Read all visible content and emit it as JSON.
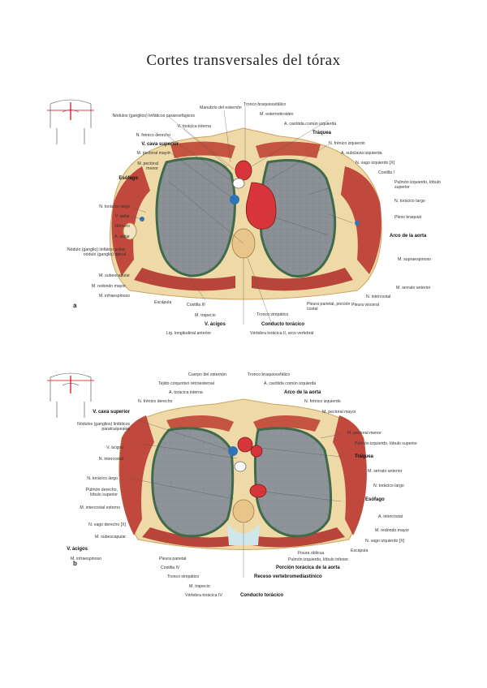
{
  "title": "Cortes transversales del tórax",
  "figA": {
    "letter": "a",
    "left_labels": [
      "Nódulos (ganglios) linfáticos paraesofágicos",
      "V. torácica interna",
      "N. frénico derecho",
      "V. cava superior",
      "M. pectoral mayor",
      "M. pectoral menor",
      "Esófago",
      "N. torácico largo",
      "V. axilar",
      "Húmero",
      "A. axilar",
      "Nódulo (ganglio) linfático axilar, nódulo (ganglio) apical",
      "M. subescapular",
      "M. redondo mayor",
      "M. infraespinoso"
    ],
    "top_labels": [
      "Manubrio del esternón",
      "Tronco braquiocefálico",
      "M. esternotiroideo"
    ],
    "right_labels": [
      "A. carótida común izquierda",
      "Tráquea",
      "N. frénico izquierdo",
      "A. subclavia izquierda",
      "N. vago izquierdo [X]",
      "Costilla I",
      "Pulmón izquierdo, lóbulo superior",
      "N. torácico largo",
      "Plexo braquial",
      "Arco de la aorta",
      "M. supraespinoso",
      "M. serrato anterior",
      "N. intercostal",
      "Pleura visceral"
    ],
    "bottom_labels": [
      "Escápula",
      "Costilla III",
      "M. trapecio",
      "V. ácigos",
      "Lig. longitudinal anterior",
      "Tronco simpático",
      "Pleura parietal, porción costal",
      "Conducto torácico",
      "Vértebra torácica II, arco vertebral"
    ],
    "bold_left": [
      "V. cava superior",
      "Esófago"
    ],
    "bold_right": [
      "Tráquea",
      "Arco de la aorta"
    ],
    "bold_bottom": [
      "V. ácigos",
      "Conducto torácico"
    ]
  },
  "figB": {
    "letter": "b",
    "top_labels": [
      "Cuerpo del esternón",
      "Tronco braquiocefálico",
      "Tejido conjuntivo retroesternal",
      "A. carótida común izquierda",
      "A. torácica interna",
      "Arco de la aorta",
      "N. frénico derecho",
      "N. frénico izquierdo",
      "M. pectoral mayor"
    ],
    "left_labels": [
      "V. cava superior",
      "Nódulos (ganglios) linfáticos paratraqueales",
      "V. ácigos",
      "N. intercostal",
      "N. torácico largo",
      "Pulmón derecho, lóbulo superior",
      "M. intercostal externo",
      "N. vago derecho [X]",
      "M. subescapular",
      "V. ácigos",
      "M. infraespinoso"
    ],
    "right_labels": [
      "M. pectoral menor",
      "Pulmón izquierdo, lóbulo superior",
      "Tráquea",
      "M. serrato anterior",
      "N. torácico largo",
      "Esófago",
      "A. intercostal",
      "M. redondo mayor",
      "N. vago izquierdo [X]",
      "Escápula"
    ],
    "bottom_labels": [
      "Pleura parietal",
      "Costilla IV",
      "Tronco simpático",
      "M. trapecio",
      "Vértebra torácica IV",
      "Conducto torácico",
      "Receso vertebromediastínico",
      "Porción torácica de la aorta",
      "Pulmón izquierdo, lóbulo inferior",
      "Fisura oblicua"
    ]
  }
}
